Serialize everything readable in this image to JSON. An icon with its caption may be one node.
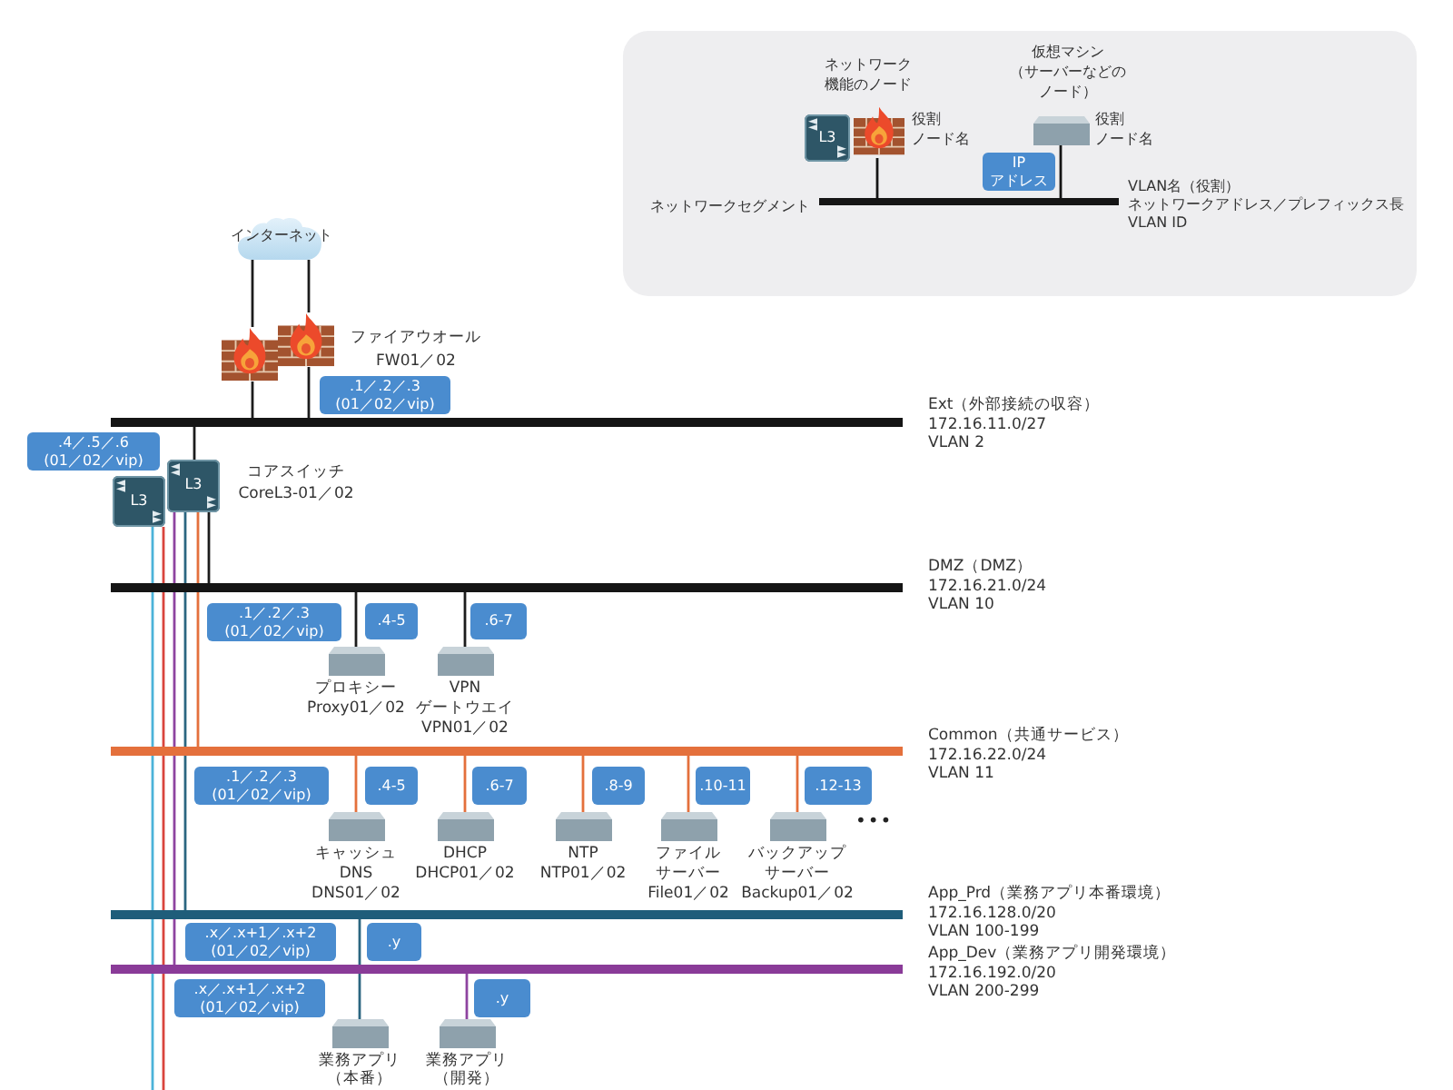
{
  "diagram": {
    "nodes": [
      {
        "text": [
          "インターネット"
        ]
      },
      {
        "text": [],
        "shape": "picture"
      },
      {
        "text": [],
        "shape": "picture",
        "beside": [
          "ファイアウオール",
          "FW01／02"
        ]
      },
      {
        "text": [
          ".1／.2／.3 (01／02／vip)"
        ]
      },
      {
        "text": [],
        "shape": "bar",
        "beside": [
          "Ext（外部接続の収容）",
          "172.16.11.0/27",
          "VLAN 2"
        ]
      },
      {
        "text": [
          ".4／.5／.6 (01／02／vip)"
        ]
      },
      {
        "text": [
          "L3"
        ]
      },
      {
        "text": [
          "L3"
        ],
        "beside": [
          "コアスイッチ",
          "CoreL3-01／02"
        ]
      },
      {
        "text": [],
        "shape": "bar",
        "beside": [
          "DMZ（DMZ）",
          "172.16.21.0/24",
          "VLAN 10"
        ]
      },
      {
        "text": [
          ".1／.2／.3 (01／02／vip)"
        ]
      },
      {
        "text": [
          ".4-5"
        ]
      },
      {
        "text": [
          ".6-7"
        ]
      },
      {
        "text": [
          "プロキシー",
          "Proxy01／02"
        ]
      },
      {
        "text": [
          "VPN ゲートウエイ",
          "VPN01／02"
        ]
      },
      {
        "text": [],
        "shape": "bar",
        "beside": [
          "Common（共通サービス）",
          "172.16.22.0/24",
          "VLAN 11"
        ]
      },
      {
        "text": [
          ".1／.2／.3 (01／02／vip)"
        ]
      },
      {
        "text": [
          ".4-5"
        ]
      },
      {
        "text": [
          ".6-7"
        ]
      },
      {
        "text": [
          ".8-9"
        ]
      },
      {
        "text": [
          ".10-11"
        ]
      },
      {
        "text": [
          ".12-13"
        ]
      },
      {
        "text": [
          "キャッシュDNS",
          "DNS01／02"
        ]
      },
      {
        "text": [
          "DHCP",
          "DHCP01／02"
        ]
      },
      {
        "text": [
          "NTP",
          "NTP01／02"
        ]
      },
      {
        "text": [
          "ファイルサーバー",
          "File01／02"
        ]
      },
      {
        "text": [
          "バックアップサーバー",
          "Backup01／02"
        ]
      },
      {
        "text": [],
        "shape": "bar",
        "beside": [
          "App_Prd（業務アプリ本番環境）",
          "172.16.128.0/20",
          "VLAN 100-199"
        ]
      },
      {
        "text": [
          ".x／.x+1／.x+2 (01／02／vip)"
        ]
      },
      {
        "text": [
          ".y"
        ]
      },
      {
        "text": [],
        "shape": "bar",
        "beside": [
          "App_Dev（業務アプリ開発環境）",
          "172.16.192.0/20",
          "VLAN 200-299"
        ]
      },
      {
        "text": [
          ".x／.x+1／.x+2 (01／02／vip)"
        ]
      },
      {
        "text": [
          ".y"
        ]
      },
      {
        "text": [
          "業務アプリ（本番）"
        ]
      },
      {
        "text": [
          "業務アプリ（開発）"
        ]
      },
      {
        "text": [
          "IP アドレス"
        ]
      }
    ],
    "edges": [
      {
        "from": 0,
        "to": 1,
        "arrow": "none"
      },
      {
        "from": 0,
        "to": 2,
        "arrow": "none"
      },
      {
        "from": 1,
        "to": 4,
        "arrow": "none"
      },
      {
        "from": 2,
        "to": 4,
        "arrow": "none"
      },
      {
        "from": 7,
        "to": 4,
        "arrow": "none"
      },
      {
        "from": 7,
        "to": 8,
        "arrow": "none"
      },
      {
        "from": 7,
        "to": 14,
        "arrow": "none",
        "color": "#e4703c"
      },
      {
        "from": 7,
        "to": 26,
        "arrow": "none",
        "color": "#2b6680"
      },
      {
        "from": 7,
        "to": 29,
        "arrow": "none",
        "color": "#8e44a0"
      },
      {
        "from": 6,
        "to": null,
        "arrow": "none",
        "color": "#4cb3d9"
      },
      {
        "from": 6,
        "to": null,
        "arrow": "none",
        "color": "#d9453d"
      },
      {
        "from": 12,
        "to": 8,
        "arrow": "none"
      },
      {
        "from": 13,
        "to": 8,
        "arrow": "none"
      },
      {
        "from": 21,
        "to": 14,
        "arrow": "none",
        "color": "#e4703c"
      },
      {
        "from": 22,
        "to": 14,
        "arrow": "none",
        "color": "#e4703c"
      },
      {
        "from": 23,
        "to": 14,
        "arrow": "none",
        "color": "#e4703c"
      },
      {
        "from": 24,
        "to": 14,
        "arrow": "none",
        "color": "#e4703c"
      },
      {
        "from": 25,
        "to": 14,
        "arrow": "none",
        "color": "#e4703c"
      },
      {
        "from": 32,
        "to": 26,
        "arrow": "none",
        "color": "#2b6680"
      },
      {
        "from": 33,
        "to": 29,
        "arrow": "none",
        "color": "#8e44a0"
      }
    ],
    "labels": [
      "L3",
      "•••"
    ],
    "legend": [
      {
        "text": "ネットワーク機能のノード"
      },
      {
        "text": "仮想マシン"
      },
      {
        "text": "（サーバーなどのノード）"
      },
      {
        "text": "役割"
      },
      {
        "text": "ノード名"
      },
      {
        "text": "役割"
      },
      {
        "text": "ノード名"
      },
      {
        "text": "ネットワークセグメント"
      },
      {
        "text": "VLAN名（役割）"
      },
      {
        "text": "ネットワークアドレス／プレフィックス長"
      },
      {
        "text": "VLAN ID"
      }
    ]
  }
}
